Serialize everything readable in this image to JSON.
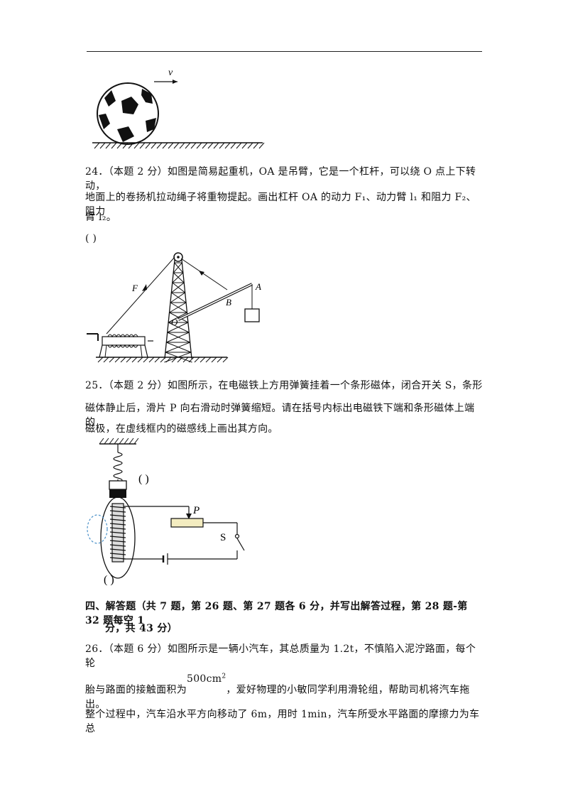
{
  "fig_ball": {
    "v_label": "v"
  },
  "q24": {
    "line1": "24．（本题 2 分）如图是简易起重机，OA 是吊臂，它是一个杠杆，可以绕 O 点上下转动，",
    "line2": "地面上的卷扬机拉动绳子将重物提起。画出杠杆 OA 的动力 F₁、动力臂 l₁ 和阻力 F₂、阻力",
    "line3": "臂 l₂。",
    "blank": "(          )",
    "labels": {
      "F": "F",
      "A": "A",
      "B": "B",
      "O": "O"
    }
  },
  "q25": {
    "line1": "25．（本题 2 分）如图所示，在电磁铁上方用弹簧挂着一个条形磁体，闭合开关 S，条形",
    "line2": "磁体静止后，滑片 P 向右滑动时弹簧缩短。请在括号内标出电磁铁下端和条形磁体上端的",
    "line3": "磁极，在虚线框内的磁感线上画出其方向。",
    "labels": {
      "P": "P",
      "S": "S",
      "paren_top": "(    )",
      "paren_bottom": "(    )"
    }
  },
  "section4": {
    "line1": "四、解答题（共 7 题，第 26 题、第 27 题各 6 分，并写出解答过程，第 28 题-第 32 题每空 1",
    "line2": "分，共 43 分）"
  },
  "q26": {
    "line1": "26．（本题 6 分）如图所示是一辆小汽车，其总质量为 1.2t，不慎陷入泥泞路面，每个轮",
    "line2_a": "胎与路面的接触面积为",
    "area": "500cm",
    "area_exp": "2",
    "line2_b": "，爱好物理的小敏同学利用滑轮组，帮助司机将汽车拖出。",
    "line3": "整个过程中，汽车沿水平方向移动了 6m，用时 1min，汽车所受水平路面的摩擦力为车总"
  }
}
